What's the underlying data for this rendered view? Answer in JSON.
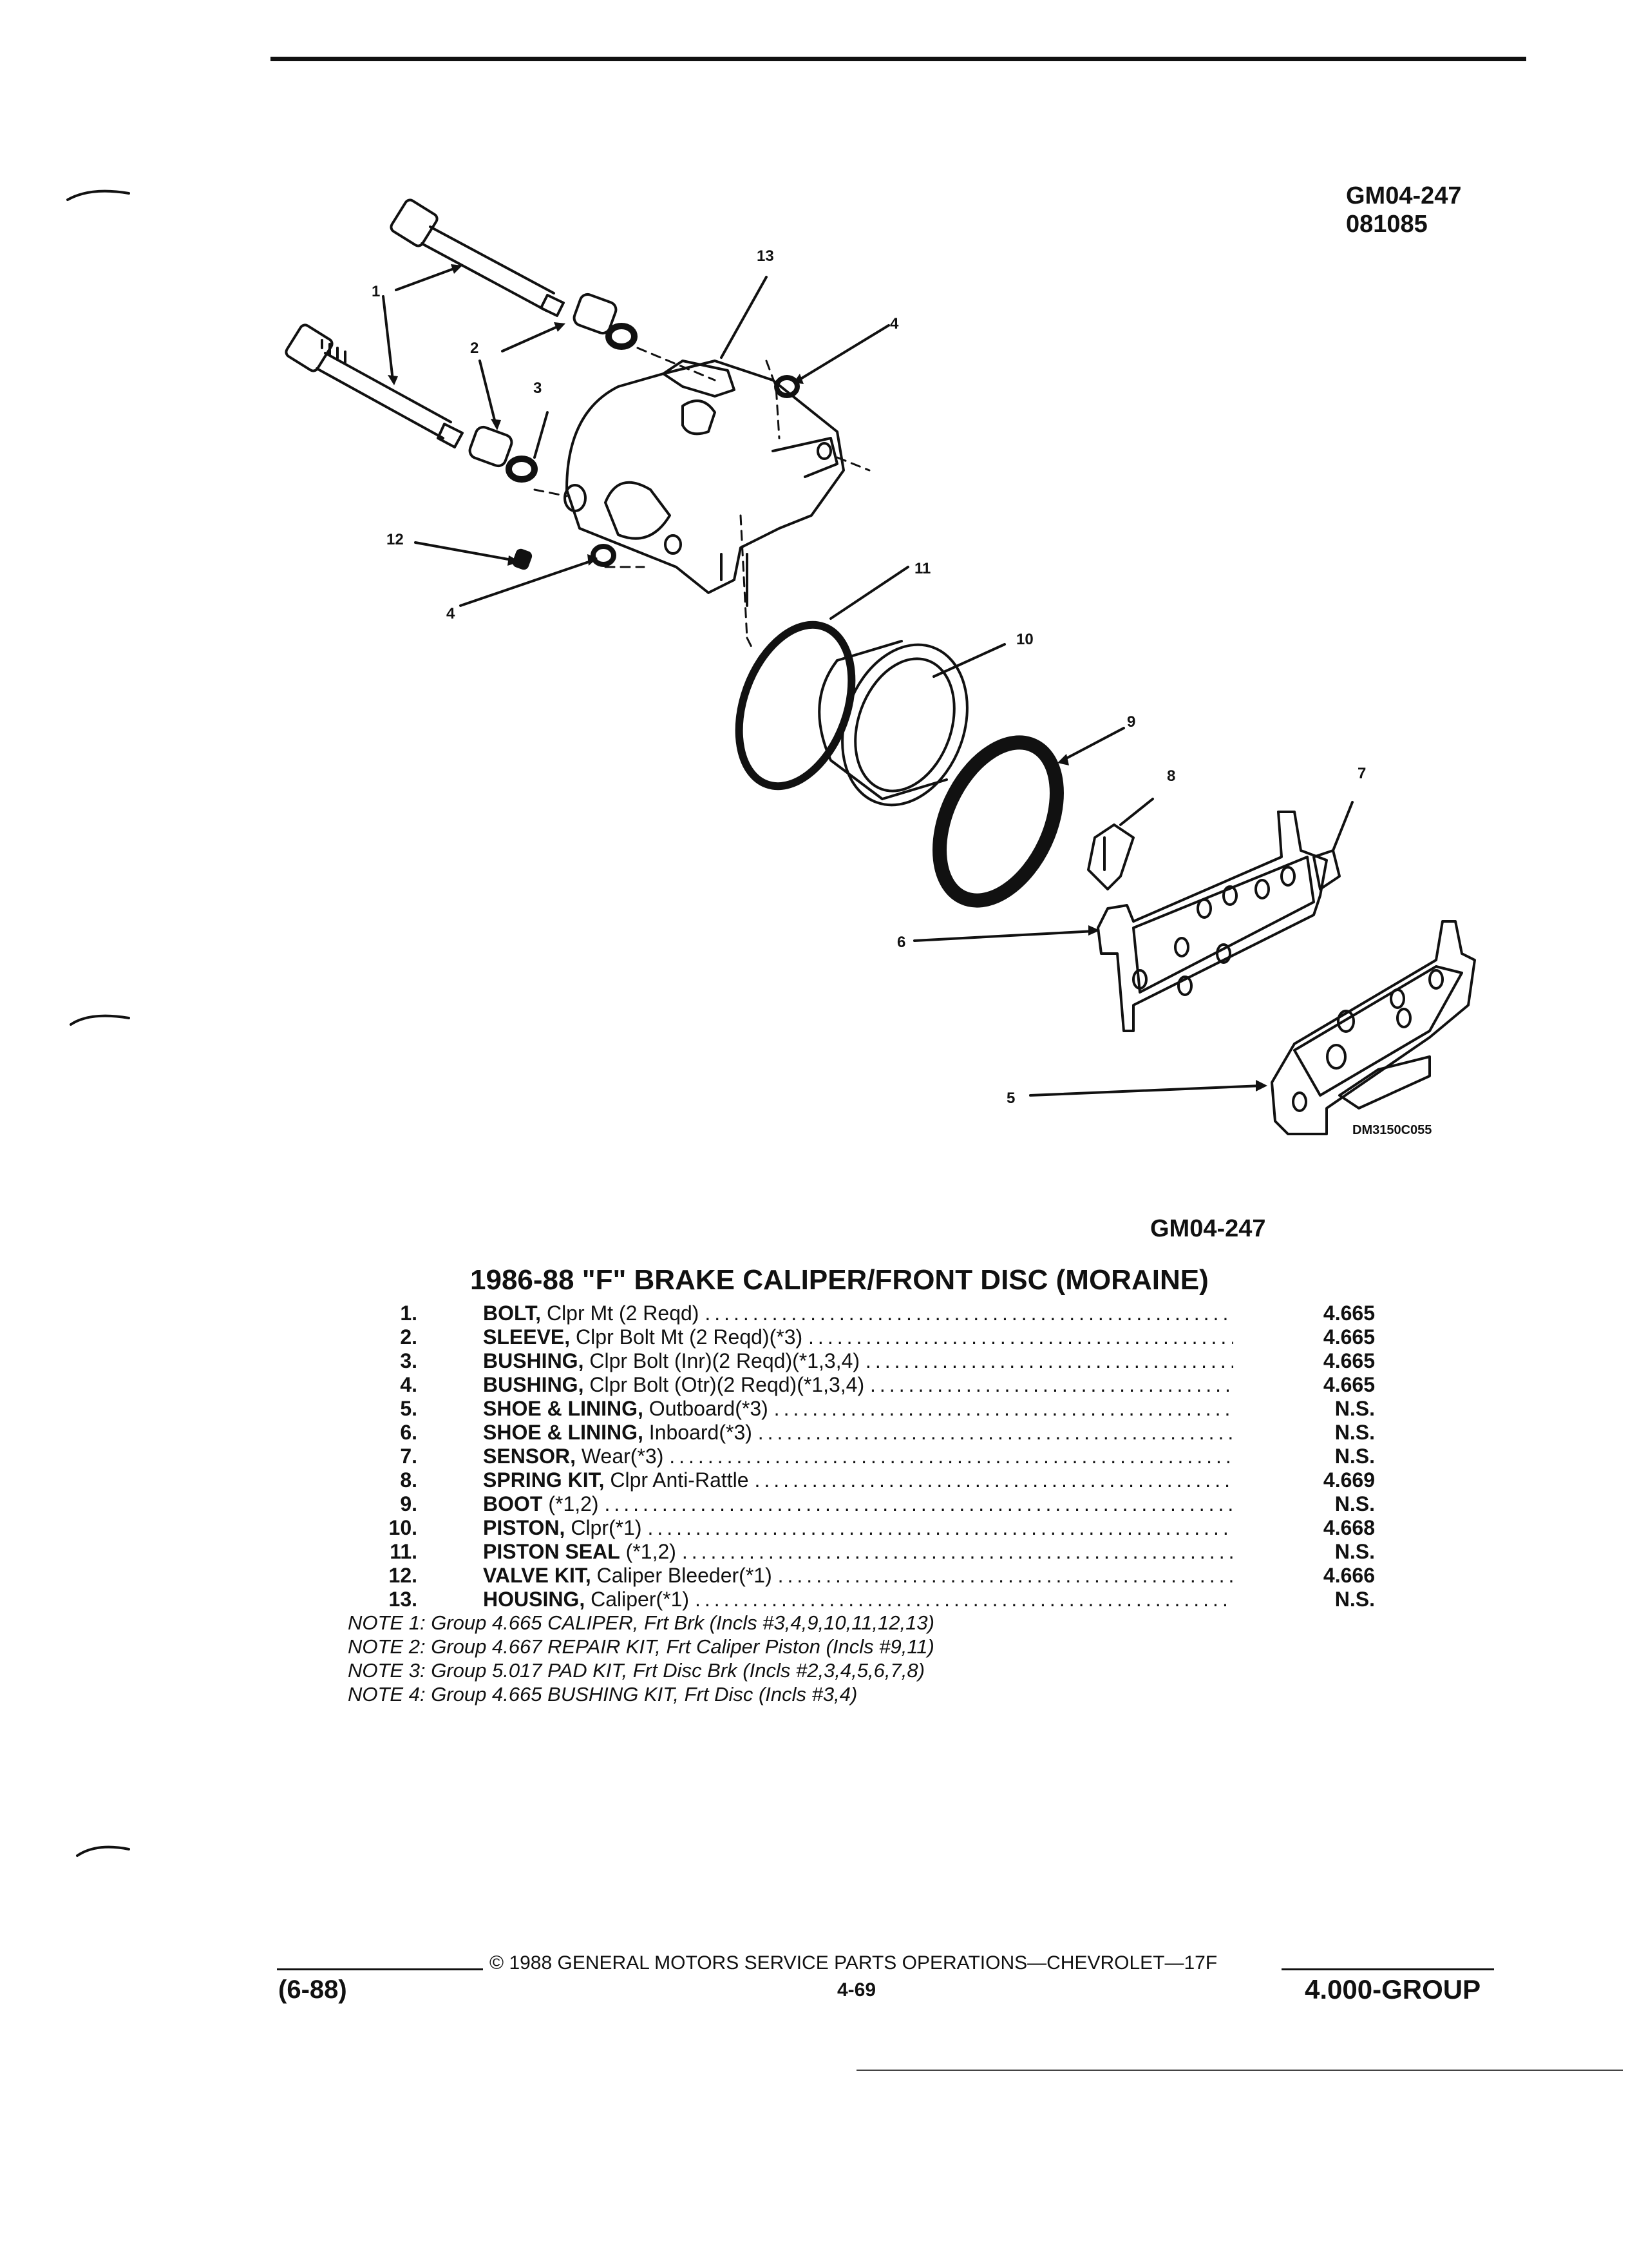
{
  "figure": {
    "code_line1": "GM04-247",
    "code_line2": "081085",
    "art_code": "DM3150C055",
    "id": "GM04-247",
    "callouts": [
      "1",
      "2",
      "3",
      "4",
      "4",
      "12",
      "13",
      "11",
      "10",
      "9",
      "8",
      "7",
      "6",
      "5"
    ]
  },
  "title": "1986-88 \"F\" BRAKE CALIPER/FRONT DISC (MORAINE)",
  "parts": [
    {
      "num": "1.",
      "name": "BOLT,",
      "detail": " Clpr Mt (2 Reqd)",
      "group": "4.665"
    },
    {
      "num": "2.",
      "name": "SLEEVE,",
      "detail": " Clpr Bolt Mt (2 Reqd)(*3)",
      "group": "4.665"
    },
    {
      "num": "3.",
      "name": "BUSHING,",
      "detail": " Clpr Bolt (Inr)(2 Reqd)(*1,3,4)",
      "group": "4.665"
    },
    {
      "num": "4.",
      "name": "BUSHING,",
      "detail": " Clpr Bolt (Otr)(2 Reqd)(*1,3,4)",
      "group": "4.665"
    },
    {
      "num": "5.",
      "name": "SHOE & LINING,",
      "detail": " Outboard(*3)",
      "group": "N.S."
    },
    {
      "num": "6.",
      "name": "SHOE & LINING,",
      "detail": " Inboard(*3)",
      "group": "N.S."
    },
    {
      "num": "7.",
      "name": "SENSOR,",
      "detail": " Wear(*3)",
      "group": "N.S."
    },
    {
      "num": "8.",
      "name": "SPRING KIT,",
      "detail": " Clpr Anti-Rattle",
      "group": "4.669"
    },
    {
      "num": "9.",
      "name": "BOOT",
      "detail": " (*1,2)",
      "group": "N.S."
    },
    {
      "num": "10.",
      "name": "PISTON,",
      "detail": " Clpr(*1)",
      "group": "4.668"
    },
    {
      "num": "11.",
      "name": "PISTON SEAL",
      "detail": " (*1,2)",
      "group": "N.S."
    },
    {
      "num": "12.",
      "name": "VALVE KIT,",
      "detail": " Caliper Bleeder(*1)",
      "group": "4.666"
    },
    {
      "num": "13.",
      "name": "HOUSING,",
      "detail": " Caliper(*1)",
      "group": "N.S."
    }
  ],
  "notes": [
    "NOTE 1: Group 4.665 CALIPER, Frt Brk (Incls #3,4,9,10,11,12,13)",
    "NOTE 2: Group 4.667 REPAIR KIT, Frt Caliper Piston (Incls #9,11)",
    "NOTE 3: Group 5.017 PAD KIT, Frt Disc Brk (Incls #2,3,4,5,6,7,8)",
    "NOTE 4: Group 4.665 BUSHING KIT, Frt Disc (Incls #3,4)"
  ],
  "footer": {
    "copyright": "© 1988 GENERAL MOTORS SERVICE PARTS OPERATIONS—CHEVROLET—17F",
    "page": "4-69",
    "date": "(6-88)",
    "group": "4.000-GROUP"
  },
  "dots": "................................................................................................................"
}
